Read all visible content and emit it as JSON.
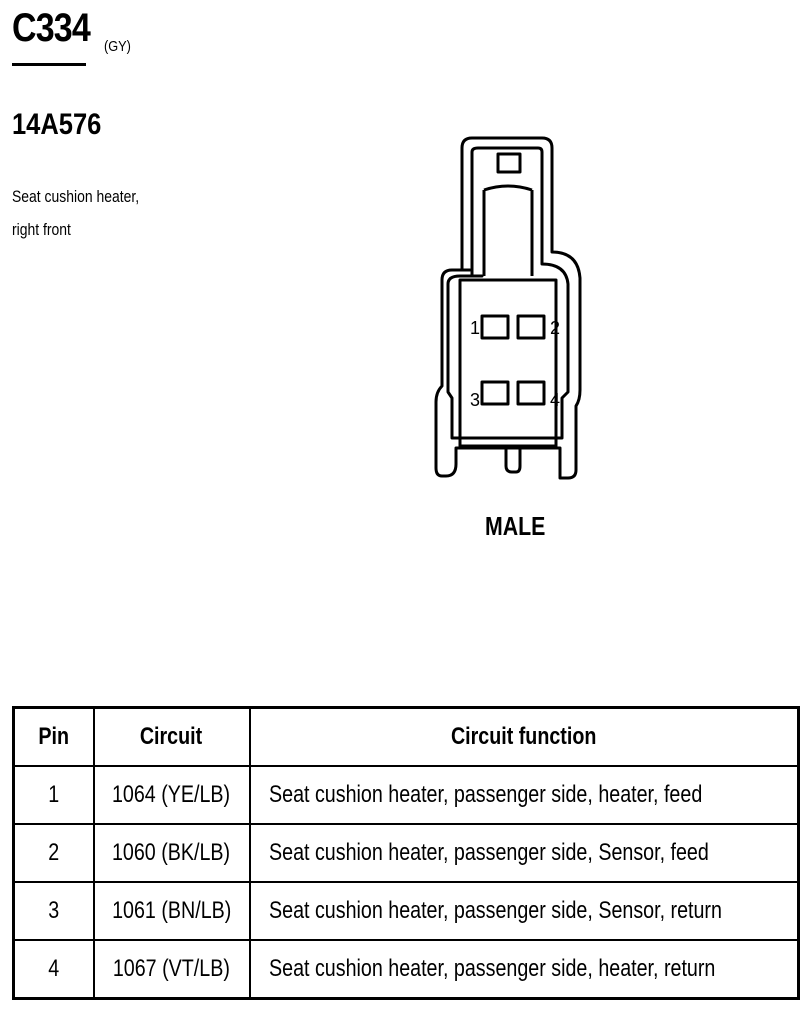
{
  "header": {
    "connector_id": "C334",
    "color_code": "(GY)",
    "part_number": "14A576",
    "description_lines": [
      "Seat cushion heater,",
      "right front"
    ]
  },
  "diagram": {
    "pin_labels": [
      "1",
      "2",
      "3",
      "4"
    ],
    "gender": "MALE"
  },
  "table": {
    "headers": [
      "Pin",
      "Circuit",
      "Circuit function"
    ],
    "rows": [
      {
        "pin": "1",
        "circuit": "1064 (YE/LB)",
        "function": "Seat cushion heater, passenger side, heater, feed"
      },
      {
        "pin": "2",
        "circuit": "1060 (BK/LB)",
        "function": "Seat cushion heater, passenger side, Sensor, feed"
      },
      {
        "pin": "3",
        "circuit": "1061 (BN/LB)",
        "function": "Seat cushion heater, passenger side, Sensor, return"
      },
      {
        "pin": "4",
        "circuit": "1067 (VT/LB)",
        "function": "Seat cushion heater, passenger side, heater, return"
      }
    ]
  }
}
